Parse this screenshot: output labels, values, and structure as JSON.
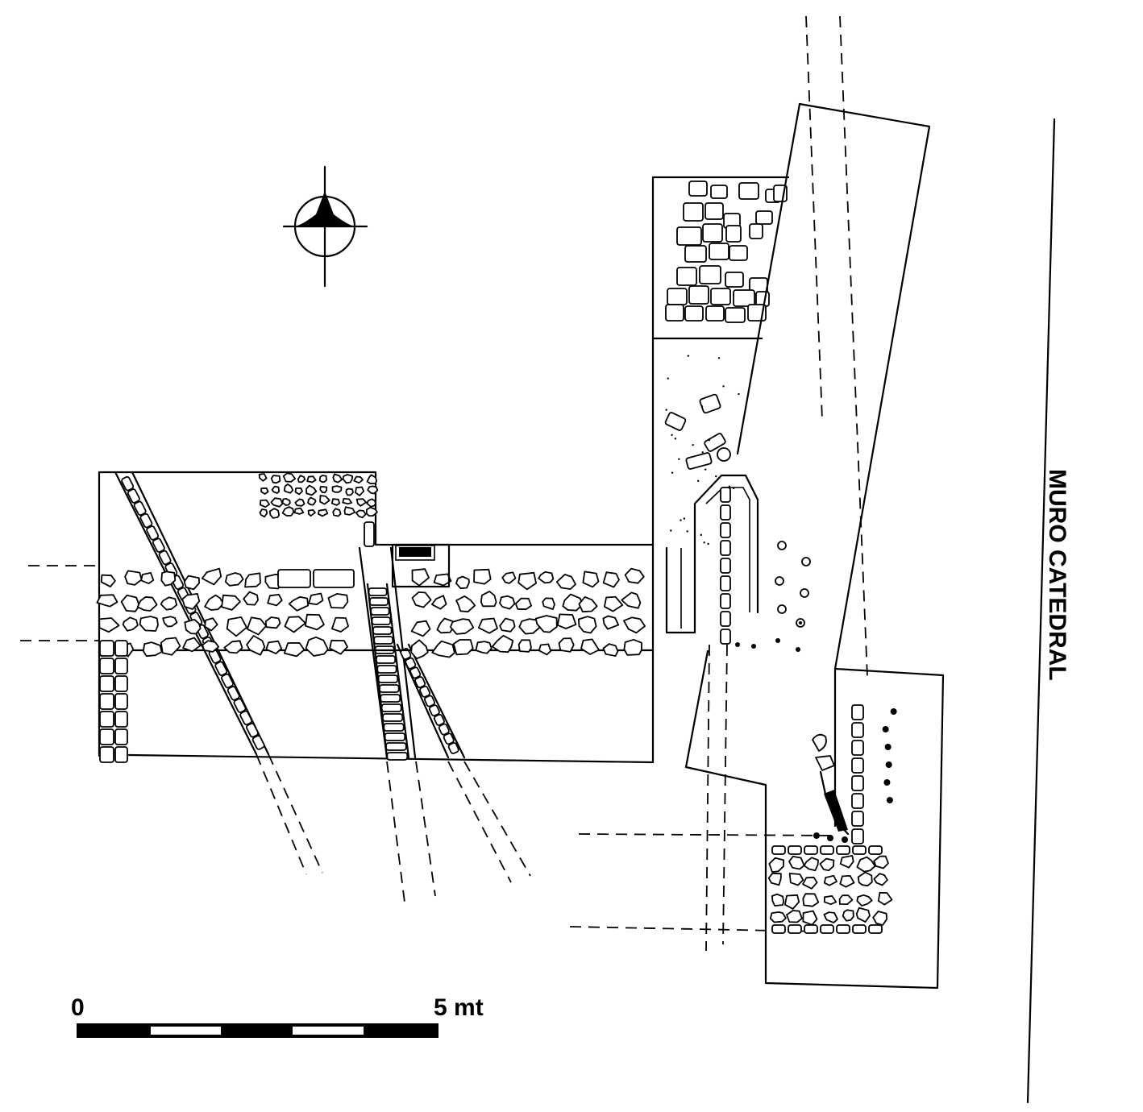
{
  "scale_bar": {
    "start_label": "0",
    "end_label": "5 mt"
  },
  "labels": {
    "wall": "MURO CATEDRAL"
  },
  "icons": {
    "north_arrow": "north-arrow-icon"
  },
  "colors": {
    "ink": "#000000",
    "paper": "#ffffff"
  }
}
